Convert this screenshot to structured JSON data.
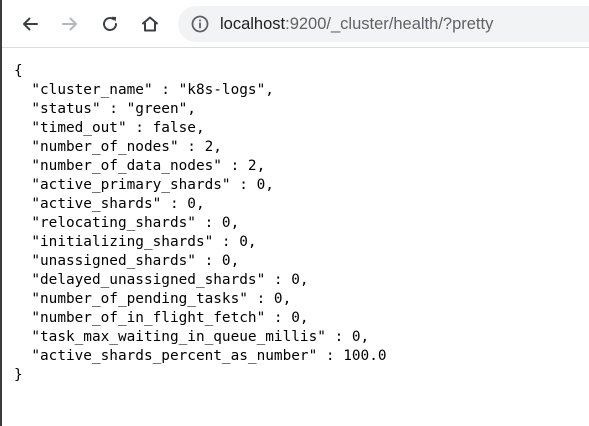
{
  "toolbar": {
    "back_icon": "arrow-left-icon",
    "forward_icon": "arrow-right-icon",
    "reload_icon": "reload-icon",
    "home_icon": "home-icon",
    "info_icon": "info-circle-icon"
  },
  "address_bar": {
    "host": "localhost",
    "path": ":9200/_cluster/health/?pretty"
  },
  "json": {
    "open_brace": "{",
    "close_brace": "}",
    "lines": [
      "  \"cluster_name\" : \"k8s-logs\",",
      "  \"status\" : \"green\",",
      "  \"timed_out\" : false,",
      "  \"number_of_nodes\" : 2,",
      "  \"number_of_data_nodes\" : 2,",
      "  \"active_primary_shards\" : 0,",
      "  \"active_shards\" : 0,",
      "  \"relocating_shards\" : 0,",
      "  \"initializing_shards\" : 0,",
      "  \"unassigned_shards\" : 0,",
      "  \"delayed_unassigned_shards\" : 0,",
      "  \"number_of_pending_tasks\" : 0,",
      "  \"number_of_in_flight_fetch\" : 0,",
      "  \"task_max_waiting_in_queue_millis\" : 0,",
      "  \"active_shards_percent_as_number\" : 100.0"
    ]
  },
  "colors": {
    "icon_active": "#3c4043",
    "icon_disabled": "#b4b7bb",
    "omnibox_bg": "#f1f3f4",
    "host_text": "#202124",
    "path_text": "#5f6368"
  }
}
